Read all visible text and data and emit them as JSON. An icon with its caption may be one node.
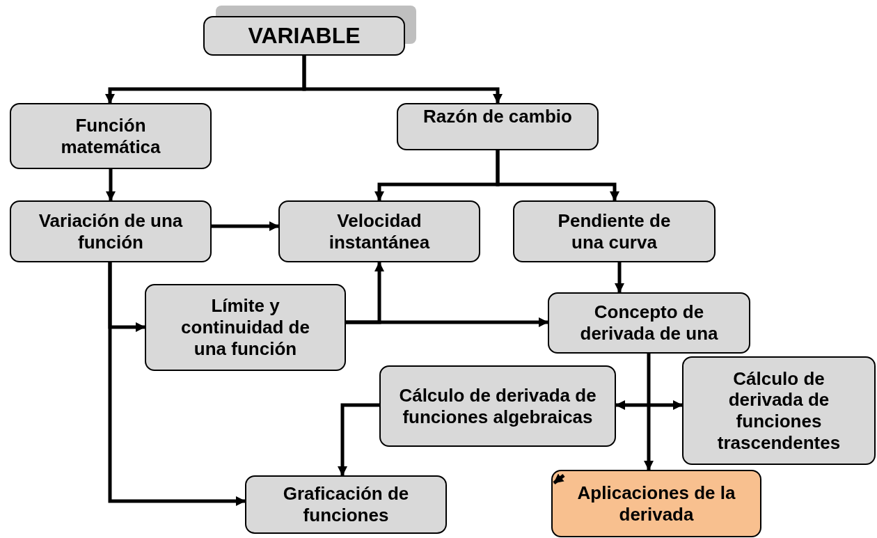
{
  "diagram": {
    "nodes": [
      {
        "text": [
          "VARIABLE"
        ]
      },
      {
        "text": [
          "Función matemática"
        ]
      },
      {
        "text": [
          "Razón de cambio"
        ]
      },
      {
        "text": [
          "Variación de una función"
        ]
      },
      {
        "text": [
          "Velocidad instantánea"
        ]
      },
      {
        "text": [
          "Pendiente de una curva"
        ]
      },
      {
        "text": [
          "Límite y continuidad de una función"
        ]
      },
      {
        "text": [
          "Concepto de derivada de una"
        ]
      },
      {
        "text": [
          "Cálculo de derivada de funciones algebraicas"
        ]
      },
      {
        "text": [
          "Cálculo de derivada de funciones trascendentes"
        ]
      },
      {
        "text": [
          "Graficación de funciones"
        ]
      },
      {
        "text": [
          "Aplicaciones de la derivada"
        ]
      }
    ],
    "edges": [
      {
        "from": 0,
        "to": 1,
        "arrow": "to"
      },
      {
        "from": 0,
        "to": 2,
        "arrow": "to"
      },
      {
        "from": 1,
        "to": 3,
        "arrow": "to"
      },
      {
        "from": 2,
        "to": 4,
        "arrow": "to"
      },
      {
        "from": 2,
        "to": 5,
        "arrow": "to"
      },
      {
        "from": 3,
        "to": 4,
        "arrow": "to"
      },
      {
        "from": 3,
        "to": 6,
        "arrow": "to"
      },
      {
        "from": 3,
        "to": 10,
        "arrow": "to"
      },
      {
        "from": 5,
        "to": 7,
        "arrow": "to"
      },
      {
        "from": 6,
        "to": 4,
        "arrow": "to"
      },
      {
        "from": 6,
        "to": 7,
        "arrow": "to"
      },
      {
        "from": 7,
        "to": 11,
        "arrow": "to"
      },
      {
        "from": 8,
        "to": 9,
        "arrow": "both"
      },
      {
        "from": 8,
        "to": 10,
        "arrow": "to"
      },
      {
        "from": null,
        "to": 11,
        "arrow": "to"
      }
    ]
  }
}
